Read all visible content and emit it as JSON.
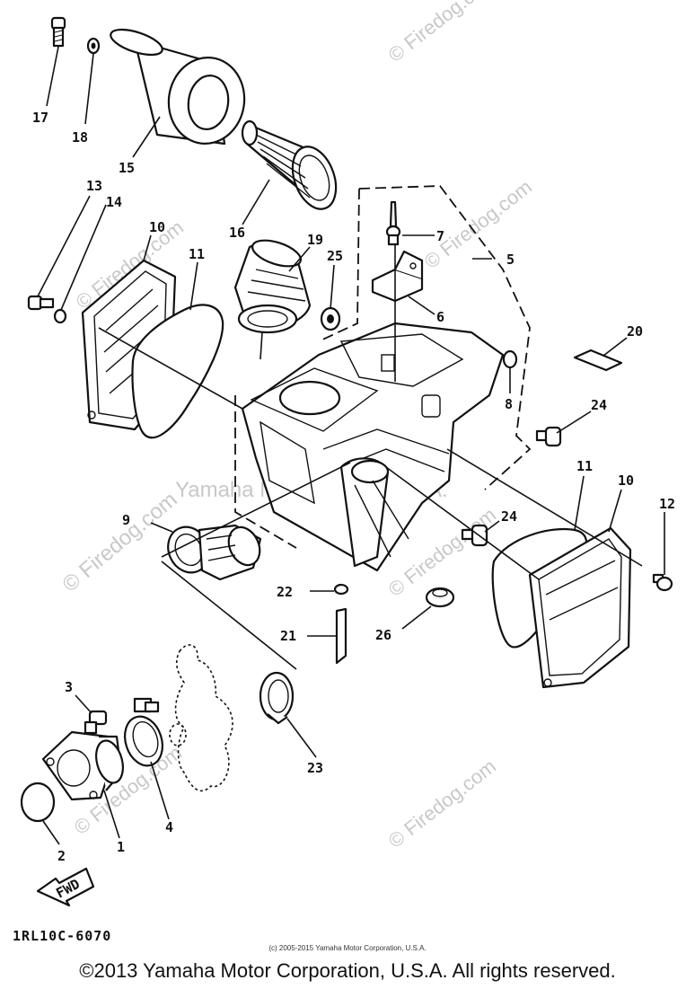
{
  "diagram": {
    "callouts": [
      {
        "id": "17",
        "text": "17"
      },
      {
        "id": "18",
        "text": "18"
      },
      {
        "id": "15",
        "text": "15"
      },
      {
        "id": "16",
        "text": "16"
      },
      {
        "id": "13",
        "text": "13"
      },
      {
        "id": "14",
        "text": "14"
      },
      {
        "id": "10a",
        "text": "10"
      },
      {
        "id": "11a",
        "text": "11"
      },
      {
        "id": "19",
        "text": "19"
      },
      {
        "id": "25",
        "text": "25"
      },
      {
        "id": "7",
        "text": "7"
      },
      {
        "id": "5",
        "text": "5"
      },
      {
        "id": "6",
        "text": "6"
      },
      {
        "id": "20",
        "text": "20"
      },
      {
        "id": "8",
        "text": "8"
      },
      {
        "id": "24a",
        "text": "24"
      },
      {
        "id": "11b",
        "text": "11"
      },
      {
        "id": "10b",
        "text": "10"
      },
      {
        "id": "12",
        "text": "12"
      },
      {
        "id": "9",
        "text": "9"
      },
      {
        "id": "24b",
        "text": "24"
      },
      {
        "id": "22",
        "text": "22"
      },
      {
        "id": "21",
        "text": "21"
      },
      {
        "id": "26",
        "text": "26"
      },
      {
        "id": "3",
        "text": "3"
      },
      {
        "id": "4",
        "text": "4"
      },
      {
        "id": "23",
        "text": "23"
      },
      {
        "id": "1",
        "text": "1"
      },
      {
        "id": "2",
        "text": "2"
      }
    ],
    "fwd_label": "FWD",
    "part_code": "1RL10C-6070",
    "watermarks": {
      "firedog": "© Firedog.com",
      "center": "Yamaha Motor Corp., U.S.A."
    }
  },
  "footer": {
    "small_copyright": "(c) 2005-2015 Yamaha Motor Corporation, U.S.A.",
    "copyright": "©2013 Yamaha Motor Corporation, U.S.A. All rights reserved."
  }
}
